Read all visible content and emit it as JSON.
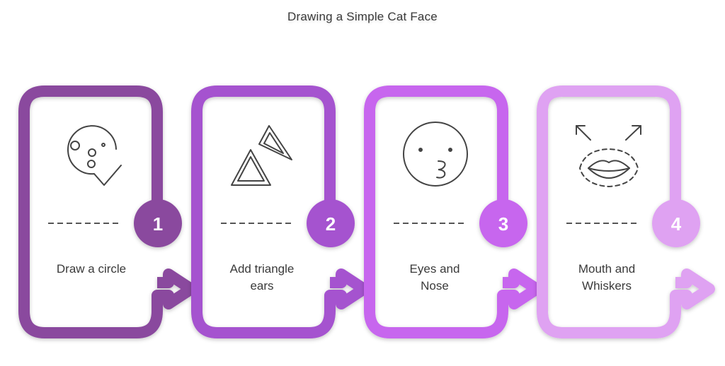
{
  "title": "Drawing a Simple Cat Face",
  "steps": [
    {
      "number": "1",
      "line1": "Draw a circle",
      "line2": "",
      "color": "#8a4a9e",
      "icon": "circle-with-dots-check-icon"
    },
    {
      "number": "2",
      "line1": "Add triangle",
      "line2": "ears",
      "color": "#a552cf",
      "icon": "triangles-icon"
    },
    {
      "number": "3",
      "line1": "Eyes and",
      "line2": "Nose",
      "color": "#c766ee",
      "icon": "face-with-nose-icon"
    },
    {
      "number": "4",
      "line1": "Mouth and",
      "line2": "Whiskers",
      "color": "#dfa2f2",
      "icon": "lips-with-arrows-icon"
    }
  ]
}
